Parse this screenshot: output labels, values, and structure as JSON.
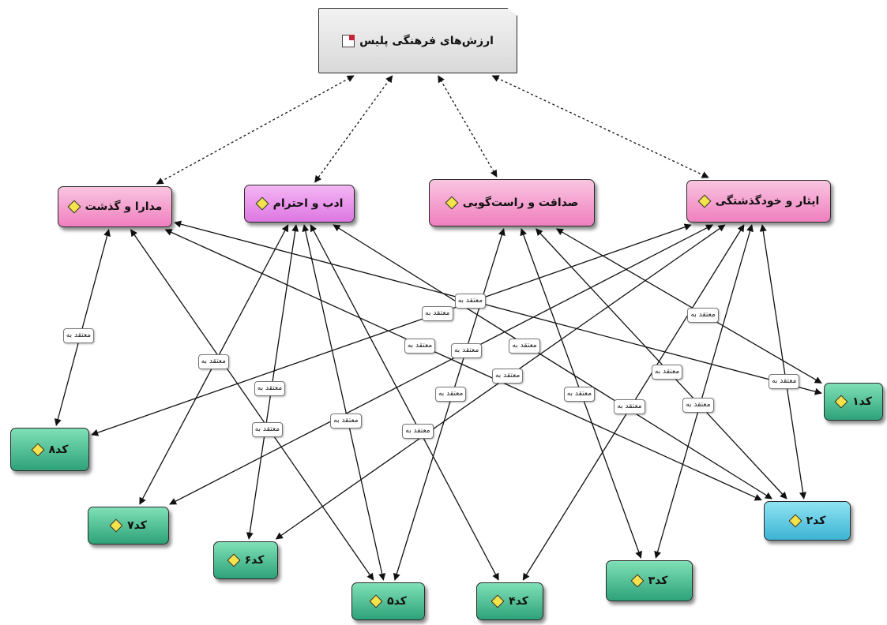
{
  "diagram": {
    "root": {
      "id": "root",
      "label": "ارزش‌های فرهنگی پلیس",
      "icon": "document-icon"
    },
    "themes": [
      {
        "id": "t_modara",
        "label": "مدارا و گذشت",
        "icon": "code-icon",
        "color": "#f48cc6"
      },
      {
        "id": "t_adab",
        "label": "ادب و احترام",
        "icon": "code-icon",
        "color": "#e07ee8"
      },
      {
        "id": "t_sedaqat",
        "label": "صداقت و راست‌گویی",
        "icon": "code-icon",
        "color": "#f48cc6"
      },
      {
        "id": "t_isar",
        "label": "ایثار و خودگذشتگی",
        "icon": "code-icon",
        "color": "#f48cc6"
      }
    ],
    "codes": [
      {
        "id": "c1",
        "label": "کد۱",
        "icon": "code-icon",
        "color": "#3cb48a"
      },
      {
        "id": "c2",
        "label": "کد۲",
        "icon": "code-icon",
        "color": "#4cc0dc"
      },
      {
        "id": "c3",
        "label": "کد۳",
        "icon": "code-icon",
        "color": "#3cb48a"
      },
      {
        "id": "c4",
        "label": "کد۴",
        "icon": "code-icon",
        "color": "#3cb48a"
      },
      {
        "id": "c5",
        "label": "کد۵",
        "icon": "code-icon",
        "color": "#3cb48a"
      },
      {
        "id": "c6",
        "label": "کد۶",
        "icon": "code-icon",
        "color": "#3cb48a"
      },
      {
        "id": "c7",
        "label": "کد۷",
        "icon": "code-icon",
        "color": "#3cb48a"
      },
      {
        "id": "c8",
        "label": "کد۸",
        "icon": "code-icon",
        "color": "#3cb48a"
      }
    ],
    "relation_label": "معتقد به",
    "edges": [
      {
        "from": "root",
        "to": "t_modara",
        "style": "dashed"
      },
      {
        "from": "root",
        "to": "t_adab",
        "style": "dashed"
      },
      {
        "from": "root",
        "to": "t_sedaqat",
        "style": "dashed"
      },
      {
        "from": "root",
        "to": "t_isar",
        "style": "dashed"
      },
      {
        "from": "t_modara",
        "to": "c8",
        "style": "solid",
        "label": "معتقد به"
      },
      {
        "from": "t_modara",
        "to": "c5",
        "style": "solid",
        "label": "معتقد به"
      },
      {
        "from": "t_modara",
        "to": "c2",
        "style": "solid",
        "label": "معتقد به"
      },
      {
        "from": "t_modara",
        "to": "c1",
        "style": "solid",
        "label": "معتقد به"
      },
      {
        "from": "t_adab",
        "to": "c7",
        "style": "solid",
        "label": "معتقد به"
      },
      {
        "from": "t_adab",
        "to": "c6",
        "style": "solid",
        "label": "معتقد به"
      },
      {
        "from": "t_adab",
        "to": "c5",
        "style": "solid",
        "label": "معتقد به"
      },
      {
        "from": "t_adab",
        "to": "c4",
        "style": "solid",
        "label": "معتقد به"
      },
      {
        "from": "t_adab",
        "to": "c2",
        "style": "solid",
        "label": "معتقد به"
      },
      {
        "from": "t_sedaqat",
        "to": "c5",
        "style": "solid",
        "label": "معتقد به"
      },
      {
        "from": "t_sedaqat",
        "to": "c3",
        "style": "solid",
        "label": "معتقد به"
      },
      {
        "from": "t_sedaqat",
        "to": "c2",
        "style": "solid",
        "label": "معتقد به"
      },
      {
        "from": "t_sedaqat",
        "to": "c1",
        "style": "solid",
        "label": "معتقد به"
      },
      {
        "from": "t_isar",
        "to": "c8",
        "style": "solid",
        "label": "معتقد به"
      },
      {
        "from": "t_isar",
        "to": "c7",
        "style": "solid",
        "label": "معتقد به"
      },
      {
        "from": "t_isar",
        "to": "c6",
        "style": "solid",
        "label": "معتقد به"
      },
      {
        "from": "t_isar",
        "to": "c4",
        "style": "solid",
        "label": "معتقد به"
      },
      {
        "from": "t_isar",
        "to": "c3",
        "style": "solid",
        "label": "معتقد به"
      },
      {
        "from": "t_isar",
        "to": "c2",
        "style": "solid",
        "label": "معتقد به"
      }
    ]
  }
}
